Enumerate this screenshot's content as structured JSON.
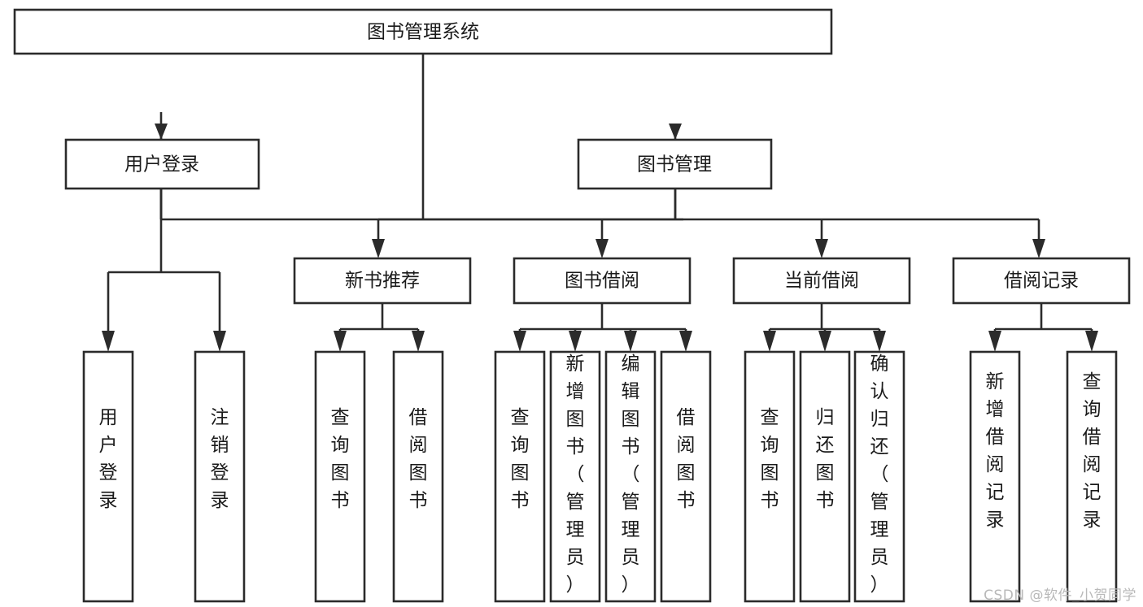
{
  "diagram": {
    "type": "tree-hierarchy-chart",
    "title": "图书管理系统",
    "orientation": "top-down",
    "colors": {
      "box_stroke": "#2b2b2b",
      "box_fill": "#ffffff",
      "connector": "#2b2b2b",
      "text": "#1a1a1a",
      "background": "#ffffff",
      "watermark": "#b9b9b9"
    },
    "levels": {
      "level0": [
        "图书管理系统"
      ],
      "level1": [
        "用户登录",
        "图书管理"
      ],
      "level2": [
        "新书推荐",
        "图书借阅",
        "当前借阅",
        "借阅记录"
      ],
      "level3": [
        "用户登录",
        "注销登录",
        "查询图书",
        "借阅图书",
        "查询图书",
        "新增图书（管理员）",
        "编辑图书（管理员）",
        "借阅图书",
        "查询图书",
        "归还图书",
        "确认归还（管理员）",
        "新增借阅记录",
        "查询借阅记录"
      ]
    },
    "nodes": {
      "root": {
        "label": "图书管理系统"
      },
      "user_login": {
        "label": "用户登录"
      },
      "book_manage": {
        "label": "图书管理"
      },
      "new_book_rec": {
        "label": "新书推荐"
      },
      "book_borrow": {
        "label": "图书借阅"
      },
      "current_borrow": {
        "label": "当前借阅"
      },
      "borrow_record": {
        "label": "借阅记录"
      },
      "leaf_user_login": {
        "label": "用户登录"
      },
      "leaf_logout": {
        "label": "注销登录"
      },
      "leaf_query_book_1": {
        "label": "查询图书"
      },
      "leaf_borrow_book_1": {
        "label": "借阅图书"
      },
      "leaf_query_book_2": {
        "label": "查询图书"
      },
      "leaf_add_book_admin": {
        "label": "新增图书（管理员）"
      },
      "leaf_edit_book_admin": {
        "label": "编辑图书（管理员）"
      },
      "leaf_borrow_book_2": {
        "label": "借阅图书"
      },
      "leaf_query_book_3": {
        "label": "查询图书"
      },
      "leaf_return_book": {
        "label": "归还图书"
      },
      "leaf_confirm_return_admin": {
        "label": "确认归还（管理员）"
      },
      "leaf_add_borrow_record": {
        "label": "新增借阅记录"
      },
      "leaf_query_borrow_record": {
        "label": "查询借阅记录"
      }
    },
    "edges": [
      {
        "from": "图书管理系统",
        "to": "用户登录"
      },
      {
        "from": "图书管理系统",
        "to": "图书管理"
      },
      {
        "from": "用户登录",
        "to": "用户登录"
      },
      {
        "from": "用户登录",
        "to": "注销登录"
      },
      {
        "from": "图书管理",
        "to": "新书推荐"
      },
      {
        "from": "图书管理",
        "to": "图书借阅"
      },
      {
        "from": "图书管理",
        "to": "当前借阅"
      },
      {
        "from": "图书管理",
        "to": "借阅记录"
      },
      {
        "from": "新书推荐",
        "to": "查询图书"
      },
      {
        "from": "新书推荐",
        "to": "借阅图书"
      },
      {
        "from": "图书借阅",
        "to": "查询图书"
      },
      {
        "from": "图书借阅",
        "to": "新增图书（管理员）"
      },
      {
        "from": "图书借阅",
        "to": "编辑图书（管理员）"
      },
      {
        "from": "图书借阅",
        "to": "借阅图书"
      },
      {
        "from": "当前借阅",
        "to": "查询图书"
      },
      {
        "from": "当前借阅",
        "to": "归还图书"
      },
      {
        "from": "当前借阅",
        "to": "确认归还（管理员）"
      },
      {
        "from": "借阅记录",
        "to": "新增借阅记录"
      },
      {
        "from": "借阅记录",
        "to": "查询借阅记录"
      }
    ]
  },
  "watermark": {
    "text": "CSDN @软件_小贺同学"
  }
}
